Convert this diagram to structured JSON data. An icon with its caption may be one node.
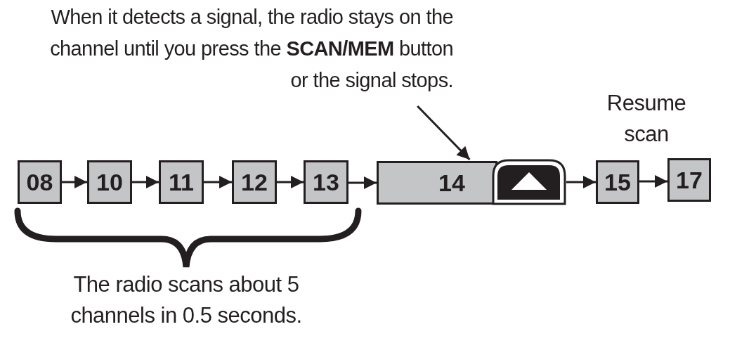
{
  "diagram": {
    "nodes": [
      {
        "text": [
          "08"
        ]
      },
      {
        "text": [
          "10"
        ]
      },
      {
        "text": [
          "11"
        ]
      },
      {
        "text": [
          "12"
        ]
      },
      {
        "text": [
          "13"
        ]
      },
      {
        "text": [
          "14"
        ]
      },
      {
        "text": [],
        "shape": "picture"
      },
      {
        "text": [
          "15"
        ]
      },
      {
        "text": [
          "17"
        ]
      },
      {
        "text": [
          "When it detects a signal, the radio stays on the channel until you press the **SCAN/MEM** button or the signal stops."
        ]
      }
    ],
    "edges": [
      {
        "from": 0,
        "to": 1,
        "arrow": "to"
      },
      {
        "from": 1,
        "to": 2,
        "arrow": "to"
      },
      {
        "from": 2,
        "to": 3,
        "arrow": "to"
      },
      {
        "from": 3,
        "to": 4,
        "arrow": "to"
      },
      {
        "from": 4,
        "to": 5,
        "arrow": "to"
      },
      {
        "from": 6,
        "to": 7,
        "arrow": "to"
      },
      {
        "from": 7,
        "to": 8,
        "arrow": "to"
      },
      {
        "from": 9,
        "to": 5,
        "arrow": "to"
      }
    ],
    "labels": [
      "Resume scan",
      "The radio scans about 5 channels in 0.5 seconds."
    ]
  }
}
